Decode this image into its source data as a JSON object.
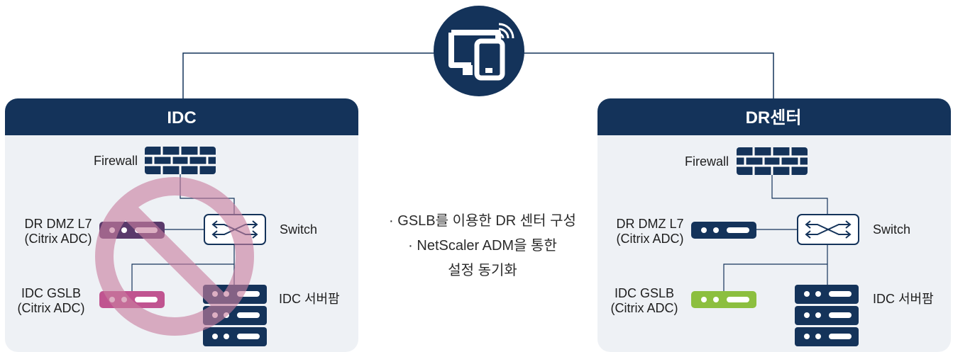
{
  "colors": {
    "navy": "#14335a",
    "panel_bg": "#eef1f5",
    "line": "#14335a",
    "blocked_pink": "#c97fa0",
    "gslb_pink": "#c05490",
    "dmz_purple": "#5a3a6b",
    "gslb_green": "#8cbf3f"
  },
  "top_device": {
    "icon": "desktop-mobile-wifi-icon"
  },
  "idc": {
    "title": "IDC",
    "firewall_label": "Firewall",
    "dmz_label_1": "DR DMZ L7",
    "dmz_label_2": "(Citrix ADC)",
    "switch_label": "Switch",
    "gslb_label_1": "IDC GSLB",
    "gslb_label_2": "(Citrix ADC)",
    "server_label": "IDC 서버팜",
    "blocked_icon": "prohibited-icon"
  },
  "dr": {
    "title": "DR센터",
    "firewall_label": "Firewall",
    "dmz_label_1": "DR DMZ L7",
    "dmz_label_2": "(Citrix ADC)",
    "switch_label": "Switch",
    "gslb_label_1": "IDC GSLB",
    "gslb_label_2": "(Citrix ADC)",
    "server_label": "IDC 서버팜"
  },
  "center_notes": {
    "line1": "· GSLB를 이용한 DR 센터 구성",
    "line2": "· NetScaler ADM을 통한",
    "line3": "설정 동기화"
  }
}
